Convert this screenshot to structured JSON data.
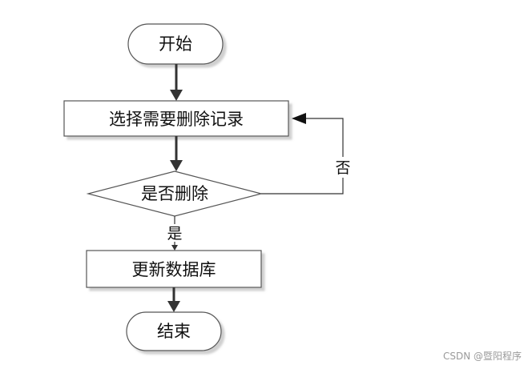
{
  "nodes": {
    "start": "开始",
    "select": "选择需要删除记录",
    "decision": "是否删除",
    "update": "更新数据库",
    "end": "结束"
  },
  "edges": {
    "yes": "是",
    "no": "否"
  },
  "watermark": "CSDN @暨阳程序"
}
